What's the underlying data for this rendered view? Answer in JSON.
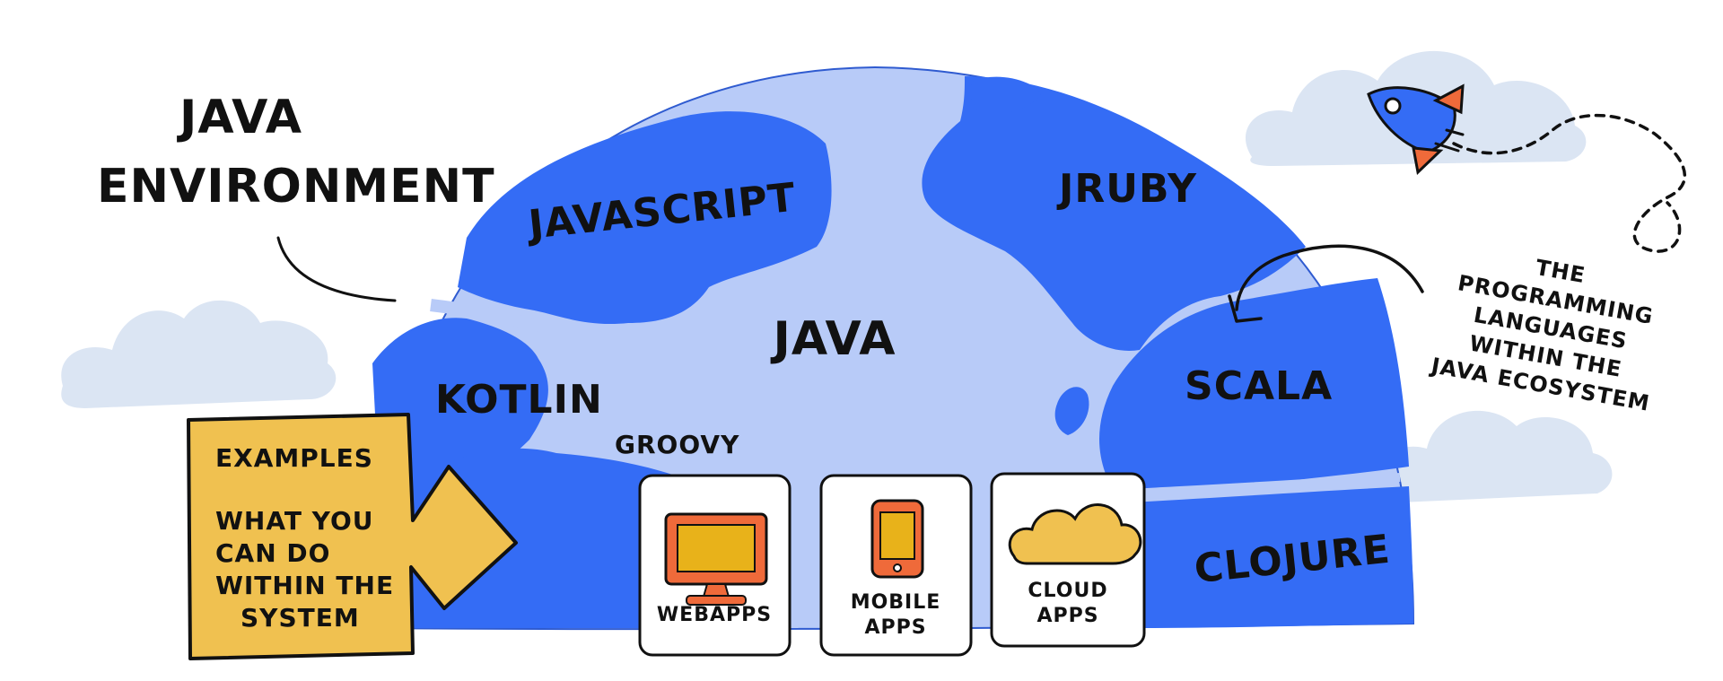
{
  "title": {
    "line1": "JAVA",
    "line2": "ENVIRONMENT"
  },
  "annotation": {
    "lines": [
      "THE",
      "PROGRAMMING",
      "LANGUAGES",
      "WITHIN THE",
      "JAVA ECOSYSTEM"
    ]
  },
  "globe": {
    "center_label": "JAVA",
    "languages": {
      "javascript": "JAVASCRIPT",
      "jruby": "JRUBY",
      "kotlin": "KOTLIN",
      "groovy": "GROOVY",
      "scala": "SCALA",
      "clojure": "CLOJURE"
    }
  },
  "examples_box": {
    "heading": "EXAMPLES",
    "lines": [
      "WHAT YOU",
      "CAN DO",
      "WITHIN THE",
      "SYSTEM"
    ]
  },
  "cards": {
    "webapps": {
      "lines": [
        "WEBAPPS"
      ],
      "icon": "monitor-icon"
    },
    "mobile": {
      "lines": [
        "MOBILE",
        "APPS"
      ],
      "icon": "smartphone-icon"
    },
    "cloud": {
      "lines": [
        "CLOUD",
        "APPS"
      ],
      "icon": "cloud-icon"
    }
  },
  "colors": {
    "land": "#346cf5",
    "water": "#b8cbf8",
    "cloud": "#dbe5f3",
    "accent_yellow": "#f0c150",
    "device_orange": "#ef6a3a",
    "device_screen": "#e8b21a",
    "ink": "#111111"
  }
}
